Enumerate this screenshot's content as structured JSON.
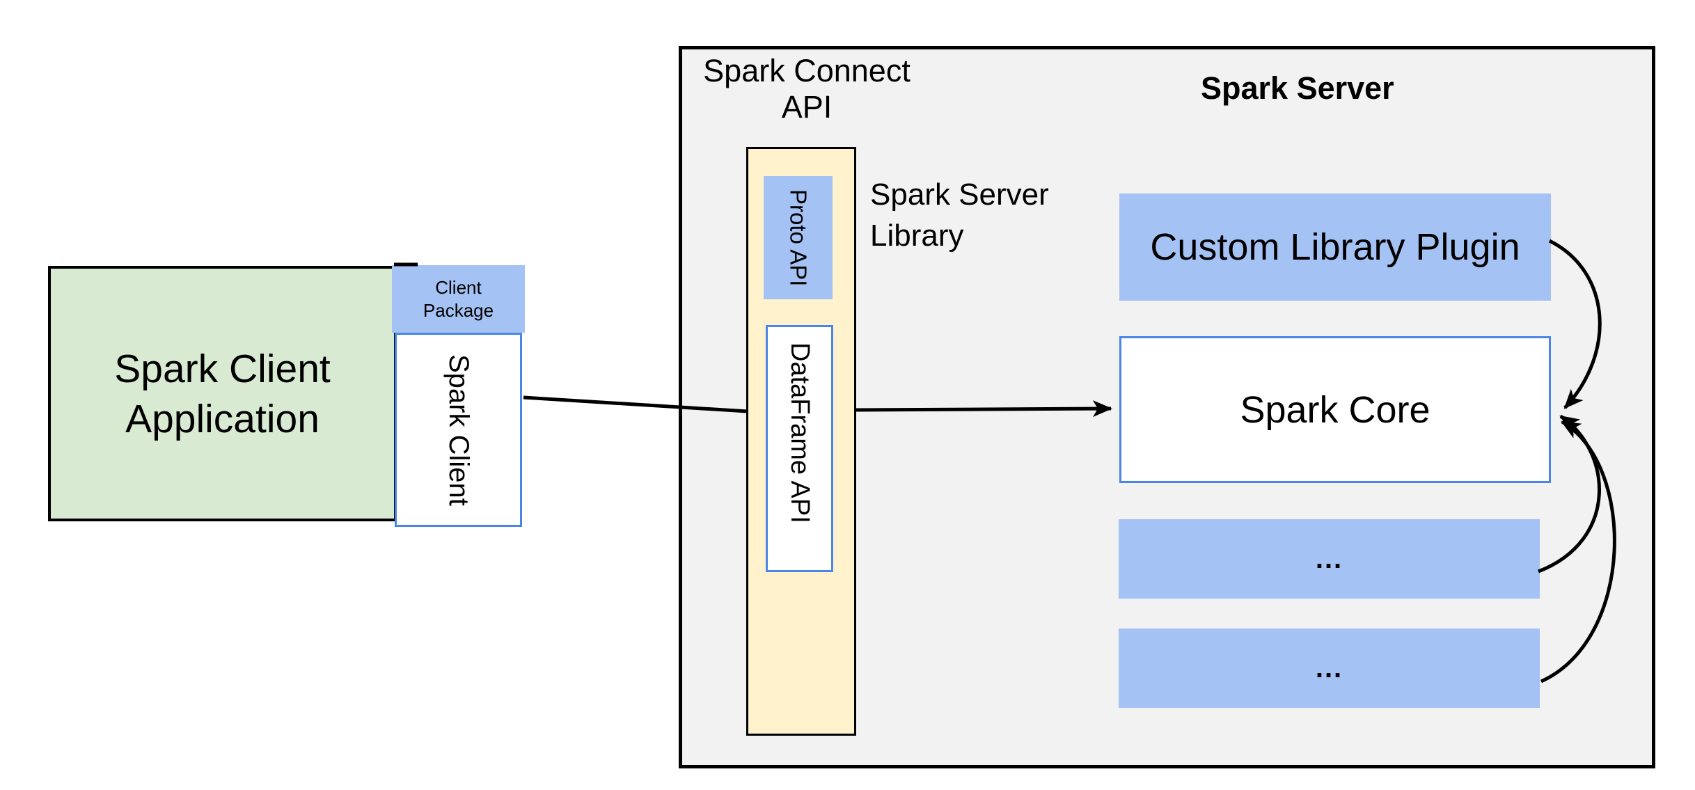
{
  "title": "Spark Connect architecture diagram",
  "colors": {
    "canvas_bg": "#ffffff",
    "server_bg": "#f2f2f2",
    "client_green": "#d9ead3",
    "blue_fill": "#a4c2f4",
    "blue_border": "#4a86e8",
    "api_yellow": "#fff2cc",
    "line_black": "#000000",
    "text": "#000000"
  },
  "connect_api": {
    "line1": "Spark Connect",
    "line2": "API"
  },
  "server": {
    "title": "Spark Server"
  },
  "server_library": {
    "line1": "Spark Server",
    "line2": "Library"
  },
  "client": {
    "app_line1": "Spark Client",
    "app_line2": "Application",
    "package_line1": "Client",
    "package_line2": "Package",
    "spark_client": "Spark Client"
  },
  "api_column": {
    "proto": "Proto API",
    "dataframe": "DataFrame API"
  },
  "server_components": {
    "plugin": "Custom Library Plugin",
    "core": "Spark Core",
    "more1": "...",
    "more2": "..."
  }
}
